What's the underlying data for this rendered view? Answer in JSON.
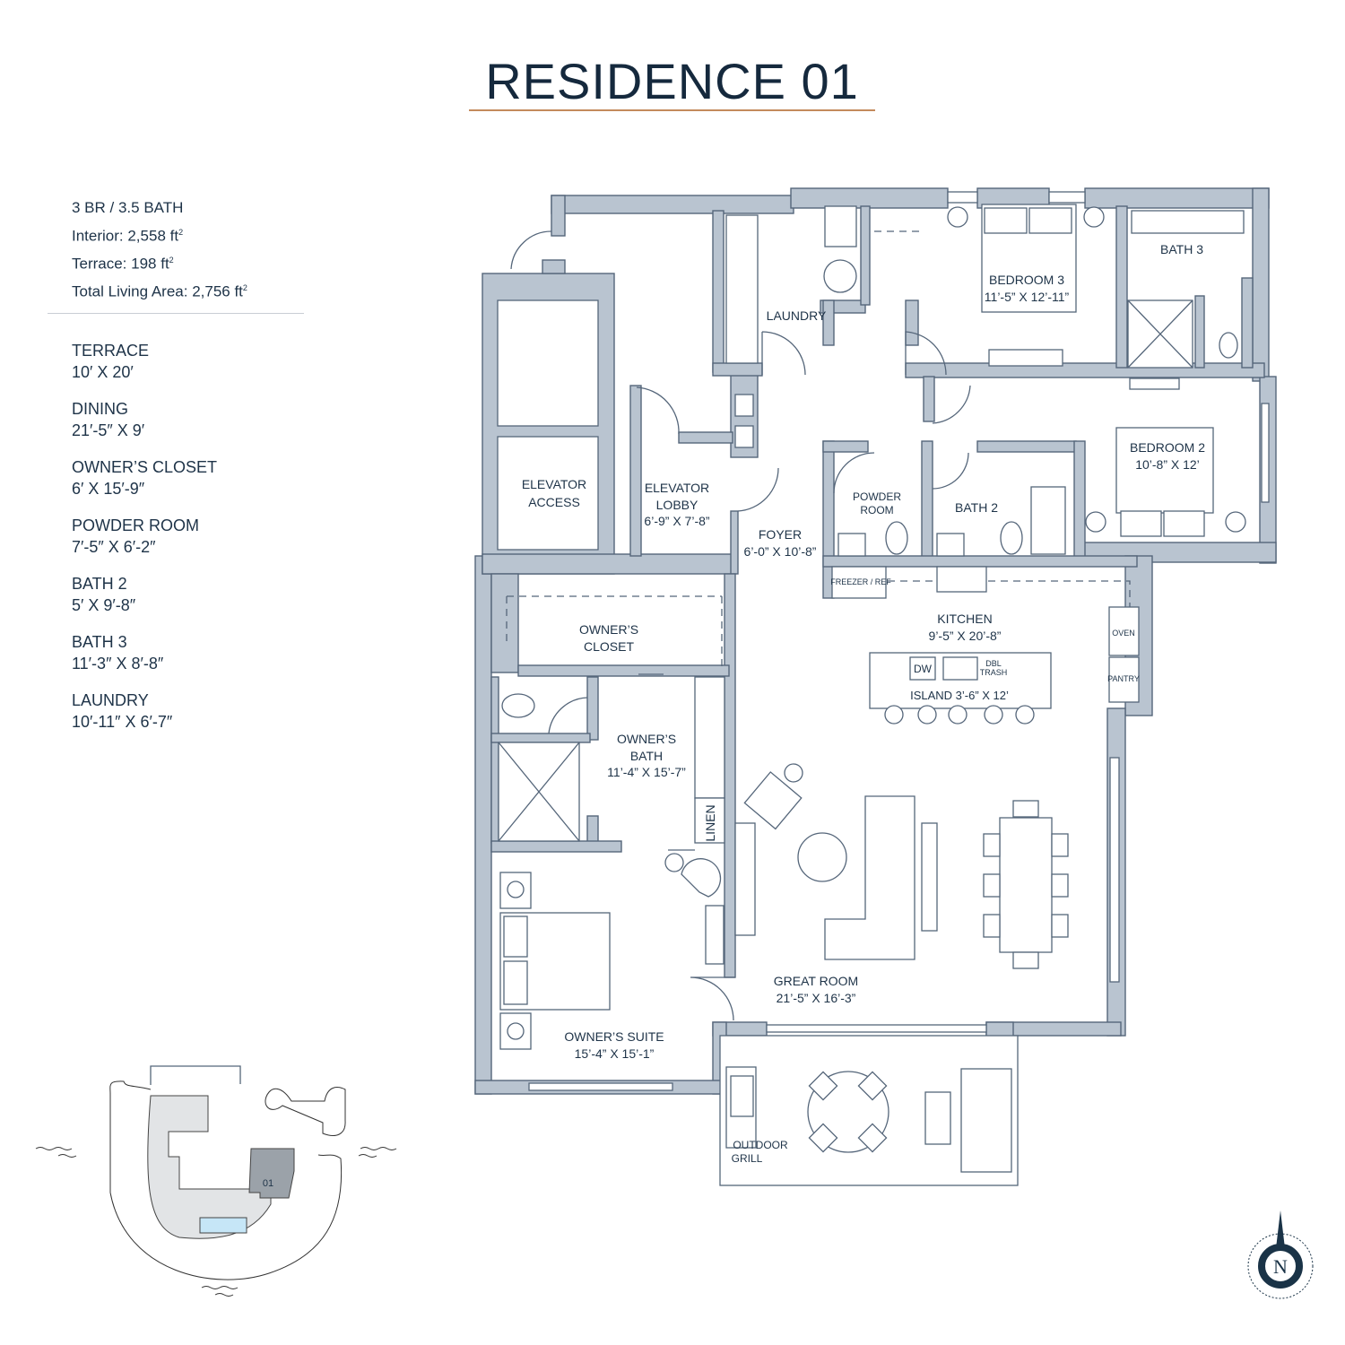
{
  "title": "RESIDENCE 01",
  "colors": {
    "accent": "#c48a5c",
    "wall": "#b9c4d0",
    "text": "#1e3348",
    "pool": "#c6e6f7"
  },
  "specs": {
    "beds_baths": "3 BR / 3.5 BATH",
    "interior": "Interior: 2,558 ft",
    "terrace": "Terrace: 198 ft",
    "total": "Total Living Area: 2,756 ft",
    "sq": "2"
  },
  "rooms": [
    {
      "name": "TERRACE",
      "dim": "10′ X 20′"
    },
    {
      "name": "DINING",
      "dim": "21′-5″ X 9′"
    },
    {
      "name": "OWNER’S CLOSET",
      "dim": "6′ X 15′-9″"
    },
    {
      "name": "POWDER ROOM",
      "dim": "7′-5″ X 6′-2″"
    },
    {
      "name": "BATH 2",
      "dim": "5′ X 9′-8″"
    },
    {
      "name": "BATH 3",
      "dim": "11′-3″ X 8′-8″"
    },
    {
      "name": "LAUNDRY",
      "dim": "10′-11″ X 6′-7″"
    }
  ],
  "plan": {
    "laundry": "LAUNDRY",
    "bedroom3": {
      "name": "BEDROOM 3",
      "dim": "11’-5” X 12’-11”"
    },
    "bath3": "BATH 3",
    "bedroom2": {
      "name": "BEDROOM 2",
      "dim": "10’-8” X 12’"
    },
    "elevator_access": {
      "l1": "ELEVATOR",
      "l2": "ACCESS"
    },
    "elevator_lobby": {
      "l1": "ELEVATOR",
      "l2": "LOBBY",
      "dim": "6’-9” X 7’-8”"
    },
    "foyer": {
      "name": "FOYER",
      "dim": "6’-0” X 10’-8”"
    },
    "powder": {
      "l1": "POWDER",
      "l2": "ROOM"
    },
    "bath2": "BATH 2",
    "freezer": "FREEZER / REF",
    "kitchen": {
      "name": "KITCHEN",
      "dim": "9’-5” X 20’-8”"
    },
    "dw": "DW",
    "dbl_trash": {
      "l1": "DBL",
      "l2": "TRASH"
    },
    "island": "ISLAND 3’-6” X 12’",
    "oven": "OVEN",
    "pantry": "PANTRY",
    "owners_closet": {
      "l1": "OWNER’S",
      "l2": "CLOSET"
    },
    "owners_bath": {
      "l1": "OWNER’S",
      "l2": "BATH",
      "dim": "11’-4” X 15’-7”"
    },
    "linen": "LINEN",
    "great_room": {
      "name": "GREAT ROOM",
      "dim": "21’-5” X 16’-3”"
    },
    "owners_suite": {
      "name": "OWNER’S SUITE",
      "dim": "15’-4” X 15’-1”"
    },
    "outdoor_grill": {
      "l1": "OUTDOOR",
      "l2": "GRILL"
    }
  },
  "keyplan": {
    "unit": "01"
  },
  "compass": {
    "letter": "N"
  }
}
